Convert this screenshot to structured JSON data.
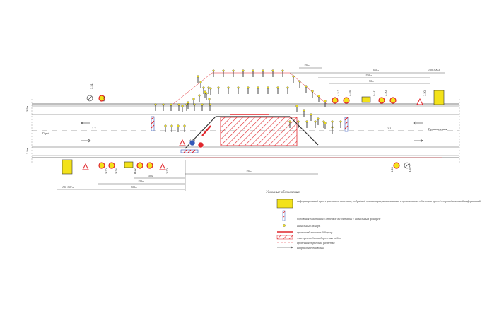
{
  "labels": {
    "left_town": "Город",
    "right_town": "Промышленная",
    "lane_left": "1.7",
    "lane_right": "1.1",
    "right_upper_sign": "1.25",
    "right_mid_sign": "3.20",
    "right_low_sign": "3.31",
    "left_top_sign": "3.31",
    "left_top_sign2": "3.24",
    "upper_group": [
      "4.2.2",
      "3.24",
      "4.17",
      "3.20",
      "1.20"
    ],
    "lower_group": [
      "3.24",
      "3.20",
      "8.22",
      "1.20"
    ],
    "center_group": [
      "4.2.1",
      "4.17"
    ]
  },
  "dimensions": {
    "top_total": "300м",
    "top_mid": "150м",
    "top_small": "50м",
    "top_right": "150-300 м",
    "top_left_near": "150м",
    "bottom_total": "300м",
    "bottom_mid": "150м",
    "bottom_small": "50м",
    "bottom_left": "150-300 м",
    "work_zone": "150м",
    "side_a": "3.5м",
    "side_b": "3.5м"
  },
  "legend": {
    "title": "Условные обозначения",
    "items": [
      "информационный щит с указанием заказчика, подрядной организации, наименования строительного объекта и прочей сопроводительной информацией",
      "дорожная пластина со стрелкой в сочетании с сигнальным фонарём",
      "сигнальный фонарь",
      "временный защитный барьер",
      "зона производства дорожных работ",
      "временная дорожная разметка",
      "направление движения"
    ]
  },
  "colors": {
    "red": "#e0262c",
    "yellow": "#f3e21a",
    "blue": "#3358b8",
    "line": "#222222"
  }
}
